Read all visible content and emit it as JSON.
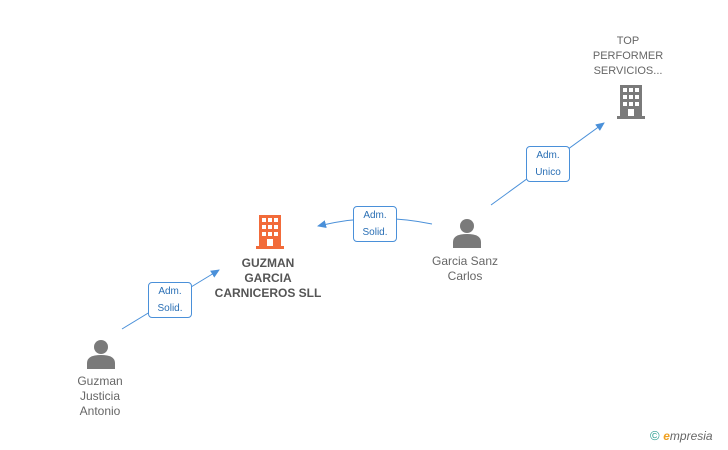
{
  "nodes": {
    "company_main": {
      "label_lines": [
        "GUZMAN",
        "GARCIA",
        "CARNICEROS SLL"
      ],
      "icon": "building-icon",
      "color": "#f26b3a"
    },
    "company_top": {
      "label_lines": [
        "TOP",
        "PERFORMER",
        "SERVICIOS..."
      ],
      "icon": "building-icon",
      "color": "#7a7a7a"
    },
    "person_garcia": {
      "label_lines": [
        "Garcia Sanz",
        "Carlos"
      ],
      "icon": "person-icon",
      "color": "#7a7a7a"
    },
    "person_guzman": {
      "label_lines": [
        "Guzman",
        "Justicia",
        "Antonio"
      ],
      "icon": "person-icon",
      "color": "#7a7a7a"
    }
  },
  "edges": [
    {
      "id": "guzman-to-main",
      "label_lines": [
        "Adm.",
        "Solid."
      ]
    },
    {
      "id": "garcia-to-main",
      "label_lines": [
        "Adm.",
        "Solid."
      ]
    },
    {
      "id": "garcia-to-top",
      "label_lines": [
        "Adm.",
        "Unico"
      ]
    }
  ],
  "edge_color": "#4a90d9",
  "footer": {
    "copyright": "©",
    "brand_initial": "e",
    "brand_rest": "mpresia"
  }
}
